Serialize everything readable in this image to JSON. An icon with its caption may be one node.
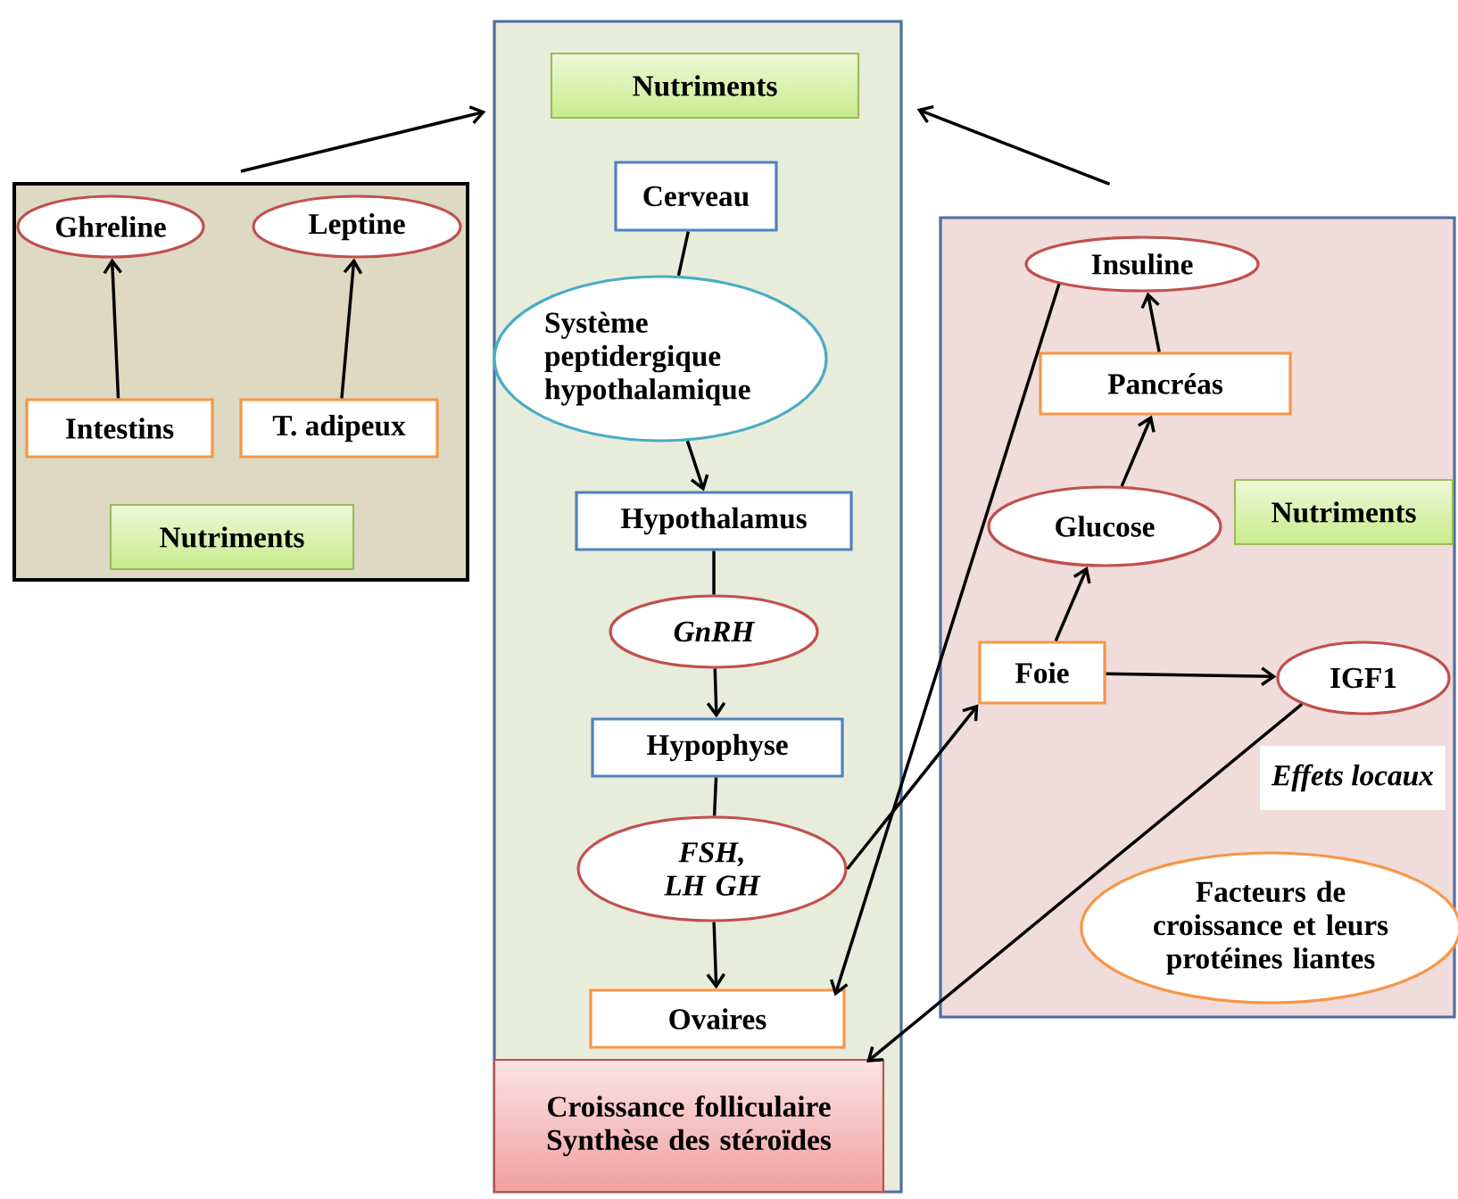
{
  "diagram": {
    "nodes": [
      {
        "text": [],
        "shape": "box"
      },
      {
        "text": [
          "Ghreline"
        ],
        "in": 0
      },
      {
        "text": [
          "Leptine"
        ],
        "in": 0
      },
      {
        "text": [
          "Intestins"
        ],
        "in": 0
      },
      {
        "text": [
          "T. adipeux"
        ],
        "in": 0
      },
      {
        "text": [
          "Nutriments"
        ],
        "in": 0
      },
      {
        "text": [],
        "shape": "box"
      },
      {
        "text": [
          "Nutriments"
        ],
        "in": 6
      },
      {
        "text": [
          "Cerveau"
        ],
        "in": 6
      },
      {
        "text": [
          "Système peptidergique hypothalamique"
        ],
        "in": 6
      },
      {
        "text": [
          "Hypothalamus"
        ],
        "in": 6
      },
      {
        "text": [
          "GnRH"
        ],
        "in": 6
      },
      {
        "text": [
          "Hypophyse"
        ],
        "in": 6
      },
      {
        "text": [
          "FSH, LH GH"
        ],
        "in": 6
      },
      {
        "text": [
          "Ovaires"
        ],
        "in": 6
      },
      {
        "text": [
          "Croissance folliculaire Synthèse des stéroïdes"
        ],
        "in": 6
      },
      {
        "text": [],
        "shape": "box"
      },
      {
        "text": [
          "Insuline"
        ],
        "in": 16
      },
      {
        "text": [
          "Pancréas"
        ],
        "in": 16
      },
      {
        "text": [
          "Glucose"
        ],
        "in": 16
      },
      {
        "text": [
          "Nutriments"
        ],
        "in": 16
      },
      {
        "text": [
          "Foie"
        ],
        "in": 16
      },
      {
        "text": [
          "IGF1"
        ],
        "in": 16
      },
      {
        "text": [
          "Effets locaux"
        ],
        "in": 16
      },
      {
        "text": [
          "Facteurs de croissance et leurs protéines liantes"
        ],
        "in": 16
      }
    ],
    "edges": [
      {
        "from": 0,
        "to": 6,
        "arrow": "to"
      },
      {
        "from": 16,
        "to": 6,
        "arrow": "to"
      },
      {
        "from": 3,
        "to": 1,
        "arrow": "to"
      },
      {
        "from": 4,
        "to": 2,
        "arrow": "to"
      },
      {
        "from": 8,
        "to": 9,
        "arrow": "none"
      },
      {
        "from": 9,
        "to": 10,
        "arrow": "to"
      },
      {
        "from": 10,
        "to": 11,
        "arrow": "none"
      },
      {
        "from": 11,
        "to": 12,
        "arrow": "to"
      },
      {
        "from": 12,
        "to": 13,
        "arrow": "none"
      },
      {
        "from": 13,
        "to": 14,
        "arrow": "to"
      },
      {
        "from": 13,
        "to": 21,
        "arrow": "to"
      },
      {
        "from": 21,
        "to": 19,
        "arrow": "to"
      },
      {
        "from": 19,
        "to": 18,
        "arrow": "to"
      },
      {
        "from": 18,
        "to": 17,
        "arrow": "to"
      },
      {
        "from": 21,
        "to": 22,
        "arrow": "to"
      },
      {
        "from": 17,
        "to": 14,
        "arrow": "to"
      },
      {
        "from": 22,
        "to": 15,
        "arrow": "to"
      }
    ]
  }
}
